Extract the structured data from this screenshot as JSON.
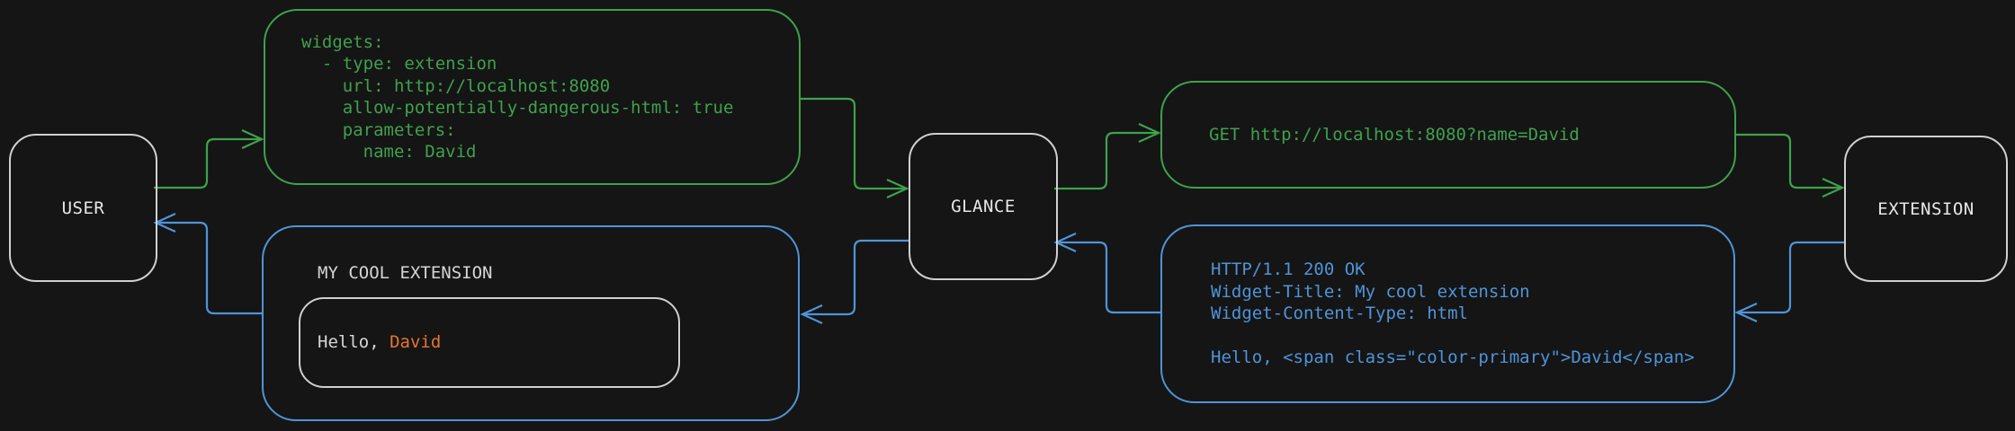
{
  "colors": {
    "background": "#151515",
    "green": "#3fa14c",
    "blue": "#4f94d8",
    "orange": "#e8742e",
    "node_border": "#d0d0d0",
    "text": "#dedede"
  },
  "nodes": {
    "user": {
      "label": "USER"
    },
    "glance": {
      "label": "GLANCE"
    },
    "extension": {
      "label": "EXTENSION"
    }
  },
  "config_box": {
    "lines": [
      "widgets:",
      "  - type: extension",
      "    url: http://localhost:8080",
      "    allow-potentially-dangerous-html: true",
      "    parameters:",
      "      name: David"
    ]
  },
  "request_box": {
    "text": "GET http://localhost:8080?name=David"
  },
  "response_box": {
    "lines": [
      "HTTP/1.1 200 OK",
      "Widget-Title: My cool extension",
      "Widget-Content-Type: html",
      "",
      "Hello, <span class=\"color-primary\">David</span>"
    ]
  },
  "widget_box": {
    "title": "MY COOL EXTENSION",
    "greeting_prefix": "Hello, ",
    "greeting_name": "David"
  }
}
